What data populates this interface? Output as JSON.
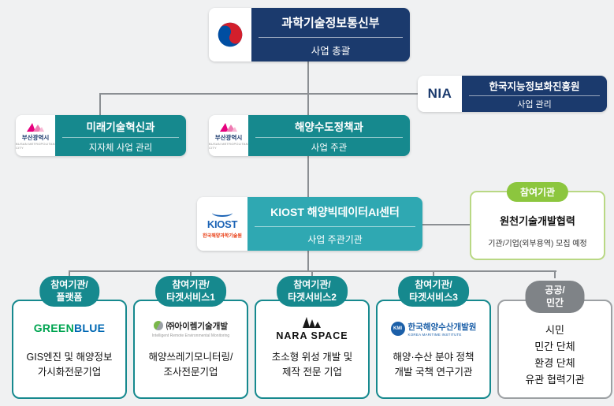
{
  "msit": {
    "title": "과학기술정보통신부",
    "role": "사업 총괄"
  },
  "nia": {
    "logo": "NIA",
    "title": "한국지능정보화진흥원",
    "role": "사업 관리"
  },
  "busan_left": {
    "org": "부산광역시",
    "org_en": "BUSAN METROPOLITAN CITY",
    "title": "미래기술혁신과",
    "role": "지자체 사업 관리"
  },
  "busan_center": {
    "org": "부산광역시",
    "org_en": "BUSAN METROPOLITAN CITY",
    "title": "해양수도정책과",
    "role": "사업 주관"
  },
  "kiost": {
    "logo": "KIOST",
    "logo_sub": "한국해양과학기술원",
    "title": "KIOST 해양빅데이터AI센터",
    "role": "사업 주관기관"
  },
  "partner_recruit": {
    "badge": "참여기관",
    "line1": "원천기술개발협력",
    "line2": "기관/기업(외부용역) 모집 예정"
  },
  "partners": [
    {
      "badge": "참여기관/\n플랫폼",
      "logo_green": "GREEN",
      "logo_blue": "BLUE",
      "desc": "GIS엔진 및 해양정보\n가시화전문기업"
    },
    {
      "badge": "참여기관/\n타겟서비스1",
      "logo": "㈜아이렘기술개발",
      "logo_sub": "Intelligent Remote Environmental Monitoring",
      "desc": "해양쓰레기모니터링/\n조사전문기업"
    },
    {
      "badge": "참여기관/\n타겟서비스2",
      "logo": "NARA SPACE",
      "desc": "초소형 위성 개발 및\n제작 전문 기업"
    },
    {
      "badge": "참여기관/\n타겟서비스3",
      "logo_kmi": "KMI",
      "logo": "한국해양수산개발원",
      "logo_sub": "KOREA MARITIME INSTITUTE",
      "desc": "해양·수산 분야 정책\n개발 국책 연구기관"
    },
    {
      "badge": "공공/민간",
      "desc": "시민\n민간 단체\n환경 단체\n유관 협력기관"
    }
  ],
  "colors": {
    "navy": "#1b3a6d",
    "teal": "#16898e",
    "teal_light": "#2fa8b2",
    "green": "#8cc63e",
    "gray_pill": "#7f8387"
  }
}
